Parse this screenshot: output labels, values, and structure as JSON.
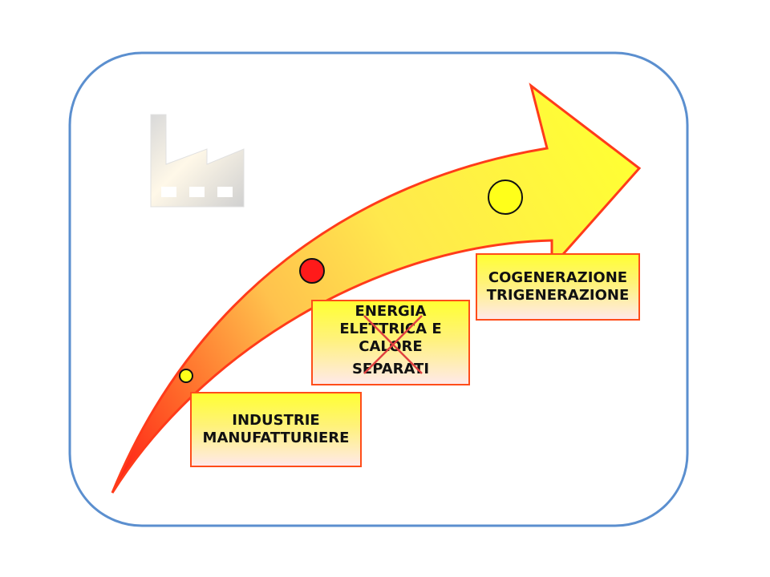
{
  "diagram": {
    "labels": {
      "industrie": [
        "INDUSTRIE",
        "MANUFATTURIERE"
      ],
      "energia": [
        "ENERGIA",
        "ELETTRICA E",
        "CALORE",
        "SEPARATI"
      ],
      "cogen": [
        "COGENERAZIONE",
        "TRIGENERAZIONE"
      ]
    },
    "icons": {
      "factory": "factory-icon"
    },
    "colors": {
      "frame_border": "#5b8fcf",
      "arrow_border": "#ff3b1a",
      "arrow_tail": "#ff2a1a",
      "arrow_head": "#ffff3d",
      "dot_red": "#ff1a1a",
      "dot_yellow": "#ffff1a",
      "cross": "#e04040"
    }
  }
}
